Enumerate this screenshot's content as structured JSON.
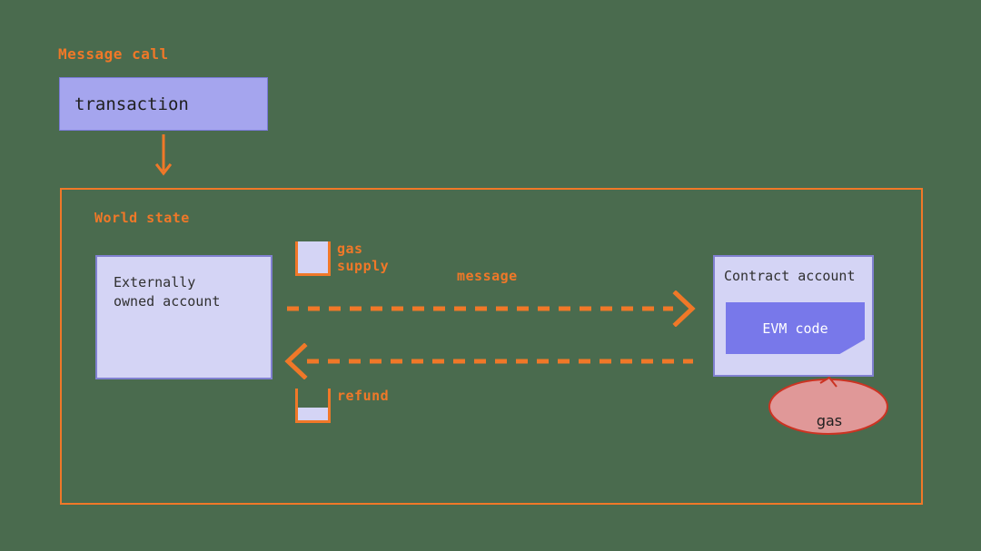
{
  "diagram": {
    "title": "Message call",
    "background_color": "#4a6b4e",
    "accent_color": "#f07828"
  },
  "message_call": {
    "title": "Message call",
    "transaction_label": "transaction",
    "down_arrow_icon": "arrow-down-icon"
  },
  "world_state": {
    "title": "World state",
    "border_color": "#f07828"
  },
  "eoa": {
    "label_line1": "Externally",
    "label_line2": "owned account",
    "fill_color": "#d4d4f5",
    "border_color": "#8080d0"
  },
  "gas_supply": {
    "label_line1": "gas",
    "label_line2": "supply",
    "fill_level": "full",
    "icon": "beaker-icon"
  },
  "refund": {
    "label": "refund",
    "fill_level": "partial",
    "icon": "beaker-icon"
  },
  "flows": {
    "message_label": "message",
    "forward_arrow_icon": "dashed-arrow-right-icon",
    "return_arrow_icon": "dashed-arrow-left-icon"
  },
  "contract_account": {
    "title": "Contract account",
    "evm_code_label": "EVM code",
    "fill_color": "#d4d4f5",
    "border_color": "#8080d0",
    "evm_code_color": "#7878ea"
  },
  "gas_callout": {
    "label": "gas",
    "fill_color": "#e09898",
    "border_color": "#cc3322"
  }
}
